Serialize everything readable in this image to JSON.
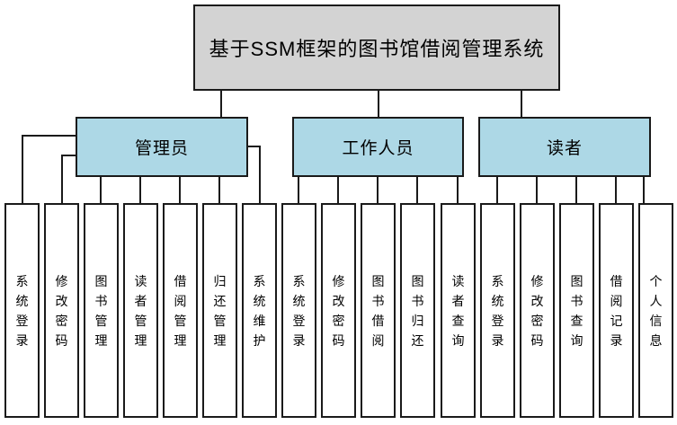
{
  "diagram": {
    "title": "基于SSM框架的图书馆借阅管理系统",
    "branches": [
      {
        "label": "管理员",
        "children": [
          "系统登录",
          "修改密码",
          "图书管理",
          "读者管理",
          "借阅管理",
          "归还管理",
          "系统维护"
        ]
      },
      {
        "label": "工作人员",
        "children": [
          "系统登录",
          "修改密码",
          "图书借阅",
          "图书归还",
          "读者查询"
        ]
      },
      {
        "label": "读者",
        "children": [
          "系统登录",
          "修改密码",
          "图书查询",
          "借阅记录",
          "个人信息"
        ]
      }
    ],
    "colors": {
      "title_fill": "#d3d3d3",
      "branch_fill": "#add8e6",
      "leaf_fill": "#ffffff",
      "line": "#1a1a1a"
    }
  }
}
